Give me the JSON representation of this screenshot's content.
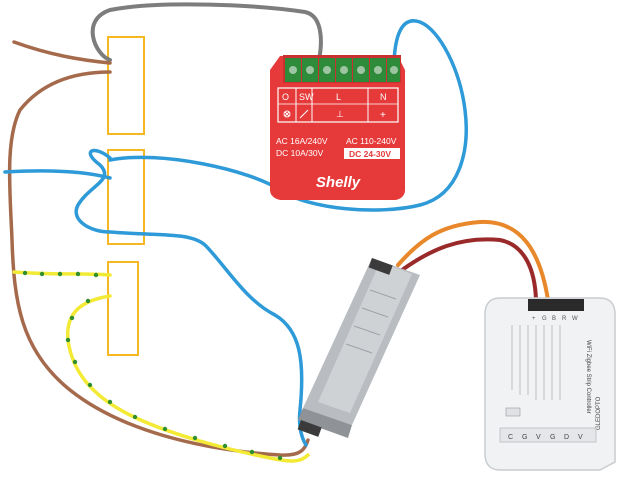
{
  "relay": {
    "brand": "Shelly",
    "terminals": {
      "o": "O",
      "sw": "SW",
      "l": "L",
      "n": "N",
      "ground": "⊥",
      "plus": "+"
    },
    "rating_left_1": "AC 16A/240V",
    "rating_left_2": "DC 10A/30V",
    "rating_right_1": "AC 110-240V",
    "rating_right_2": "DC 24-30V"
  },
  "controller": {
    "model_label": "WiFi Zigbee Strip Controller",
    "brand": "GLEDOPTO",
    "terminal_labels": [
      "+",
      "G",
      "B",
      "R",
      "W"
    ],
    "bottom_labels": [
      "C",
      "G",
      "V",
      "G",
      "D",
      "V"
    ]
  },
  "colors": {
    "junction_outline": "#f5b820",
    "wire_gray": "#7d7d7d",
    "wire_brown": "#a56a4c",
    "wire_blue": "#2e9ad8",
    "wire_yellow": "#f3ea36",
    "wire_yellow_dots": "#2f8f2f",
    "wire_orange": "#e8882a",
    "wire_darkred": "#9a2a2a",
    "relay_red": "#e63a3a",
    "relay_terminal": "#2e8b3a"
  }
}
